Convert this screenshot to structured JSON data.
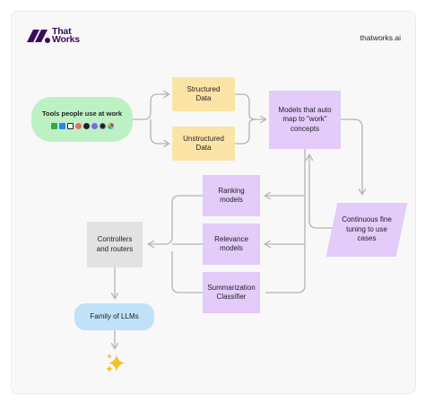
{
  "brand": {
    "name_line1": "That",
    "name_line2": "Works",
    "domain": "thatworks.ai"
  },
  "nodes": {
    "tools": "Tools people use at work",
    "structured": "Structured Data",
    "unstructured": "Unstructured Data",
    "models": "Models that auto map to \"work\" concepts",
    "ranking": "Ranking models",
    "relevance": "Relevance models",
    "summarization": "Summarization Classifier",
    "continuous": "Continuous fine tuning to use cases",
    "controllers": "Controllers and routers",
    "llms": "Family of LLMs"
  },
  "tool_icons": [
    "google-drive-icon",
    "jira-icon",
    "notion-icon",
    "asana-icon",
    "github-icon",
    "clickup-icon",
    "salesforce-icon",
    "slack-icon"
  ],
  "colors": {
    "brand": "#3b0d5c",
    "sources_node": "#bdf1c4",
    "data_node": "#fbe4a6",
    "model_node": "#e3cbfa",
    "router_node": "#e2e2e2",
    "llm_node": "#bfe2f9",
    "connector": "#b3b3b3"
  }
}
